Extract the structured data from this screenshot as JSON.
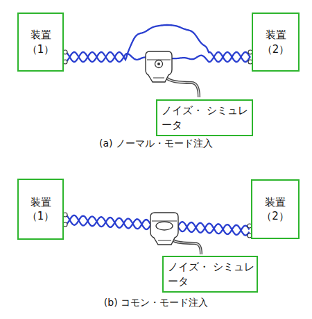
{
  "diagram": {
    "nodes": [
      {
        "text": [
          "装置 （1）"
        ]
      },
      {
        "text": [
          "装置 （2）"
        ]
      },
      {
        "text": [
          "ノイズ・ シミュレータ"
        ]
      },
      {
        "text": [
          "装置 （1）"
        ]
      },
      {
        "text": [
          "装置 （2）"
        ]
      },
      {
        "text": [
          "ノイズ・ シミュレータ"
        ]
      }
    ],
    "edges": [
      {
        "from": 0,
        "to": 1,
        "arrow": "none"
      },
      {
        "from": 3,
        "to": 4,
        "arrow": "none"
      }
    ],
    "labels": [
      "(a) ノーマル・モード注入",
      "(b) コモン・モード注入"
    ]
  }
}
